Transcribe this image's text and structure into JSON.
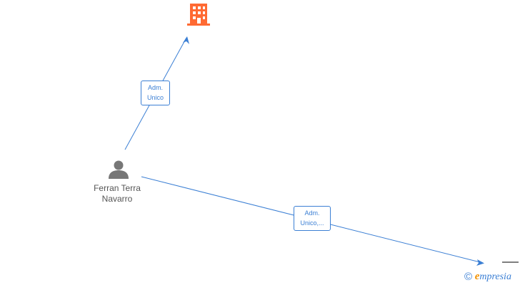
{
  "person": {
    "name_line1": "Ferran Terra",
    "name_line2": "Navarro",
    "icon": "person-icon",
    "color": "#777777"
  },
  "company": {
    "icon": "building-icon",
    "color": "#ff6a33"
  },
  "edges": [
    {
      "line1": "Adm.",
      "line2": "Unico",
      "color": "#3b7fd4"
    },
    {
      "line1": "Adm.",
      "line2": "Unico,...",
      "color": "#3b7fd4"
    }
  ],
  "brand": {
    "copyright": "©",
    "e": "e",
    "name": "mpresia",
    "accent": "#f39200"
  }
}
